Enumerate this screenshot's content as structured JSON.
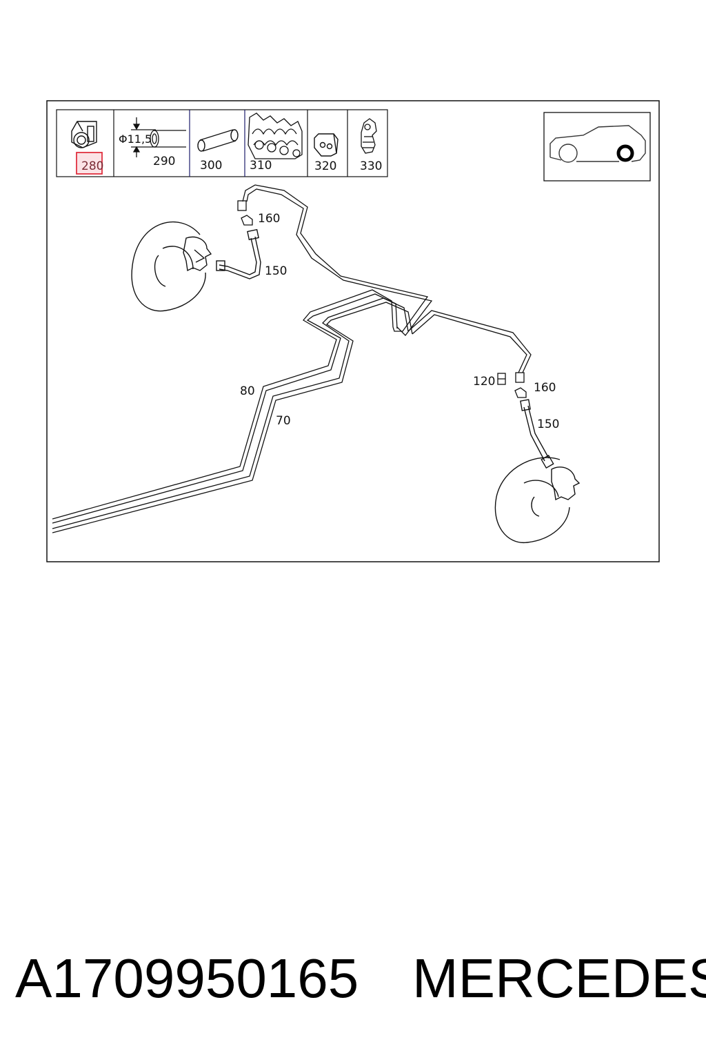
{
  "parts_strip": [
    {
      "id": "p280",
      "label": "280",
      "highlighted": true
    },
    {
      "id": "p290",
      "label": "290",
      "dimension": "Φ11,5"
    },
    {
      "id": "p300",
      "label": "300"
    },
    {
      "id": "p310",
      "label": "310"
    },
    {
      "id": "p320",
      "label": "320"
    },
    {
      "id": "p330",
      "label": "330"
    }
  ],
  "callouts": {
    "hose_clip_left": "160",
    "brake_hose_left": "150",
    "line_80": "80",
    "line_70": "70",
    "bleeder_120": "120",
    "hose_clip_right": "160",
    "brake_hose_right": "150"
  },
  "vehicle_view": {
    "icon": "car-side-rear-wheel-icon"
  },
  "footer": {
    "part_number": "A1709950165",
    "brand": "MERCEDES"
  },
  "colors": {
    "highlight_border": "#e03040",
    "highlight_fill": "#fbe3e6",
    "line": "#111111"
  }
}
